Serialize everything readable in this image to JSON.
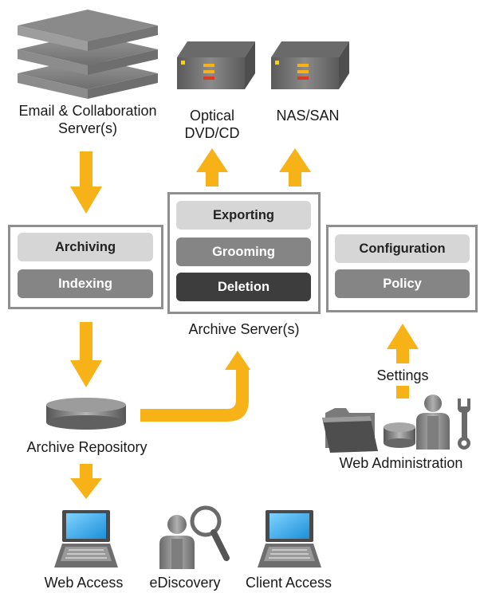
{
  "labels": {
    "email_server": "Email & Collaboration",
    "email_server_line2": "Server(s)",
    "optical": "Optical",
    "optical_line2": "DVD/CD",
    "nas_san": "NAS/SAN",
    "archive_server": "Archive Server(s)",
    "archive_repository": "Archive Repository",
    "settings": "Settings",
    "web_administration": "Web Administration",
    "web_access": "Web Access",
    "ediscovery": "eDiscovery",
    "client_access": "Client Access"
  },
  "left_box": {
    "items": [
      "Archiving",
      "Indexing"
    ]
  },
  "center_box": {
    "items": [
      "Exporting",
      "Grooming",
      "Deletion"
    ]
  },
  "right_box": {
    "items": [
      "Configuration",
      "Policy"
    ]
  },
  "icons": {
    "server_stack": "server-stack-icon",
    "storage_device": "storage-device-icon",
    "repository": "database-disk-icon",
    "folder": "folder-icon",
    "database": "database-icon",
    "admin_user": "user-icon",
    "wrench": "wrench-icon",
    "laptop": "laptop-icon",
    "magnifier": "magnifier-icon"
  },
  "colors": {
    "arrow": "#f7b217",
    "frame": "#8f8f8f",
    "pill_light": "#d6d6d6",
    "pill_mid": "#858585",
    "pill_dark": "#3d3d3d"
  }
}
